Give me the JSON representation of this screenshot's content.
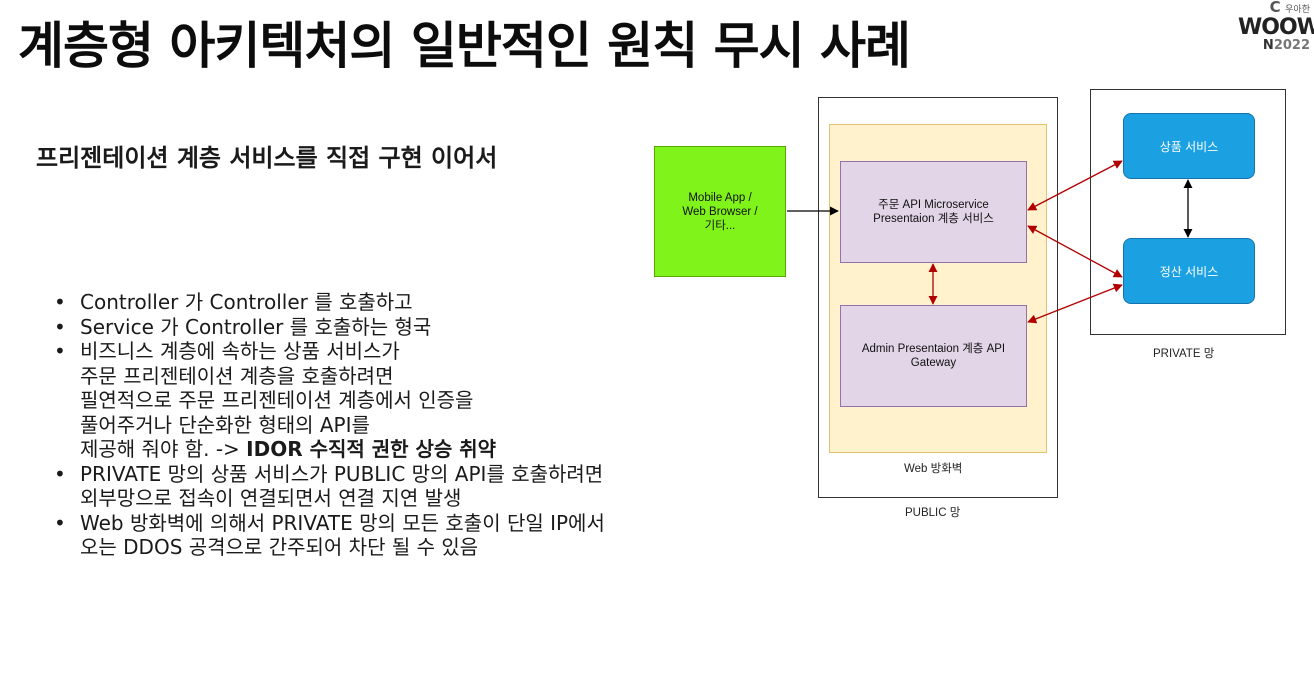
{
  "slide": {
    "title": "계층형 아키텍처의 일반적인 원칙 무시 사례",
    "logo": {
      "mark1": "C",
      "small": "우아한",
      "word": "WOOWA",
      "mark2": "N",
      "year": "2022"
    },
    "subtitle": "프리젠테이션 계층 서비스를 직접 구현 이어서",
    "bullets": [
      {
        "lines": [
          "Controller 가 Controller 를 호출하고"
        ]
      },
      {
        "lines": [
          "Service 가 Controller 를 호출하는 형국"
        ]
      },
      {
        "lines": [
          "비즈니스 계층에 속하는 상품 서비스가",
          "주문 프리젠테이션 계층을 호출하려면",
          "필연적으로 주문 프리젠테이션 계층에서 인증을",
          "풀어주거나 단순화한 형태의 API를"
        ],
        "last_line": "제공해 줘야 함. -> ",
        "last_bold": "IDOR 수직적 권한 상승 취약"
      },
      {
        "lines": [
          "PRIVATE 망의 상품 서비스가 PUBLIC 망의 API를 호출하려면",
          "외부망으로 접속이 연결되면서 연결 지연 발생"
        ]
      },
      {
        "lines": [
          "Web 방화벽에 의해서 PRIVATE 망의 모든 호출이 단일 IP에서",
          "오는 DDOS 공격으로 간주되어 차단 될 수 있음"
        ]
      }
    ]
  },
  "diagram": {
    "client": {
      "lines": [
        "Mobile App /",
        "Web Browser /",
        "기타..."
      ],
      "color": "#80f31a"
    },
    "order_service": {
      "lines": [
        "주문 API Microservice",
        "Presentaion 계층 서비스"
      ],
      "color": "#e1d5e7"
    },
    "admin_gateway": {
      "lines": [
        "Admin Presentaion 계층 API",
        "Gateway"
      ],
      "color": "#e1d5e7"
    },
    "firewall_label": "Web 방화벽",
    "public_label": "PUBLIC 망",
    "private_label": "PRIVATE 망",
    "product_service": "상품 서비스",
    "settlement_service": "정산 서비스",
    "service_color": "#1ba1e2",
    "firewall_color": "#fff2cc",
    "arrow_color_red": "#b20000",
    "arrow_color_black": "#000000"
  }
}
